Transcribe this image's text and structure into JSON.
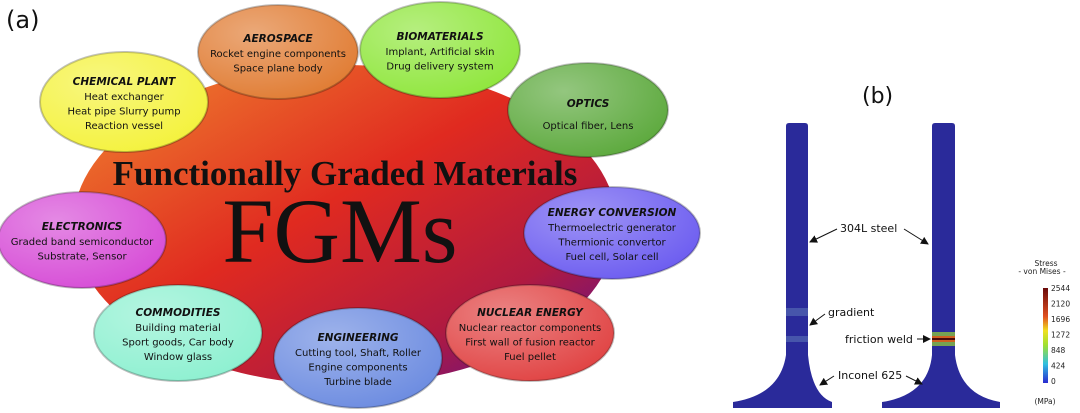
{
  "panel_a": {
    "label": "(a)",
    "title": "Functionally Graded Materials",
    "acronym": "FGMs",
    "bubbles": [
      {
        "heading": "AEROSPACE",
        "lines": [
          "Rocket engine components",
          "Space plane body"
        ],
        "color": "#e07a30"
      },
      {
        "heading": "BIOMATERIALS",
        "lines": [
          "Implant, Artificial skin",
          "Drug delivery system"
        ],
        "color": "#8ee63a"
      },
      {
        "heading": "OPTICS",
        "lines": [
          "Optical fiber, Lens"
        ],
        "color": "#5aa83a"
      },
      {
        "heading": "CHEMICAL PLANT",
        "lines": [
          "Heat exchanger",
          "Heat pipe Slurry pump",
          "Reaction vessel"
        ],
        "color": "#f4f23a"
      },
      {
        "heading": "ELECTRONICS",
        "lines": [
          "Graded band semiconductor",
          "Substrate, Sensor"
        ],
        "color": "#d64ad6"
      },
      {
        "heading": "ENERGY CONVERSION",
        "lines": [
          "Thermoelectric generator",
          "Thermionic convertor",
          "Fuel cell, Solar cell"
        ],
        "color": "#6a5af0"
      },
      {
        "heading": "COMMODITIES",
        "lines": [
          "Building material",
          "Sport goods, Car body",
          "Window glass"
        ],
        "color": "#8cf0d0"
      },
      {
        "heading": "ENGINEERING",
        "lines": [
          "Cutting tool, Shaft, Roller",
          "Engine components",
          "Turbine blade"
        ],
        "color": "#6a8ae0"
      },
      {
        "heading": "NUCLEAR ENERGY",
        "lines": [
          "Nuclear reactor components",
          "First wall of fusion reactor",
          "Fuel pellet"
        ],
        "color": "#e04040"
      }
    ]
  },
  "panel_b": {
    "label": "(b)",
    "annotations": {
      "steel": "304L steel",
      "gradient": "gradient",
      "weld": "friction weld",
      "inconel": "Inconel 625"
    },
    "colorbar": {
      "title1": "Stress",
      "title2": "- von Mises -",
      "ticks": [
        "2544",
        "2120",
        "1696",
        "1272",
        "848",
        "424",
        "0"
      ],
      "unit": "(MPa)"
    },
    "valve_color": "#2a2a9a"
  }
}
